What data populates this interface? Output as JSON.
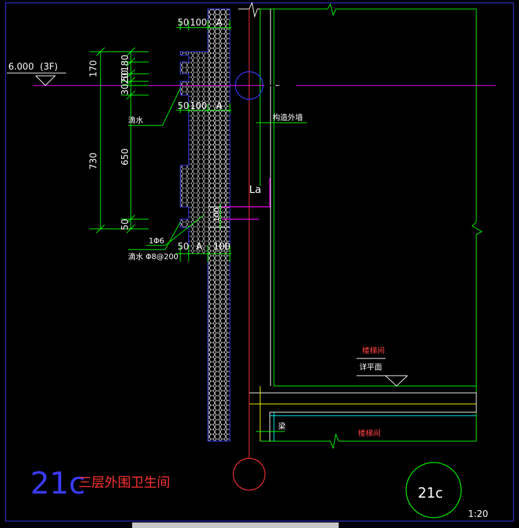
{
  "level_mark": "6.000",
  "level_floor": "(3F)",
  "dims": {
    "top_50": "50",
    "top_100": "100",
    "top_A": "A",
    "d170": "170",
    "d180": "180",
    "d20": "20",
    "d30": "30",
    "d50b": "50",
    "d730": "730",
    "d650": "650",
    "d50c": "50",
    "mid_50": "50",
    "mid_100": "100",
    "mid_A": "A",
    "bot_50": "50",
    "bot_A": "A",
    "bot_100": "100",
    "d100v": "100"
  },
  "labels": {
    "drip1": "滴水",
    "drip2": "滴水 Φ8@200",
    "rebar": "1Φ6",
    "wall": "构造外墙",
    "la": "La",
    "stair1": "楼梯间",
    "finish": "详平面",
    "beam": "梁",
    "stair2": "楼梯间"
  },
  "detail": {
    "number": "21c",
    "title": "三层外围卫生间",
    "circle_label": "21c",
    "scale": "1:20"
  },
  "colors": {
    "green": "#00ff00",
    "white": "#ffffff",
    "magenta": "#ff00ff",
    "blue": "#0000ff",
    "red": "#ff3333",
    "yellow": "#ffff00",
    "cyan": "#00ffff"
  }
}
